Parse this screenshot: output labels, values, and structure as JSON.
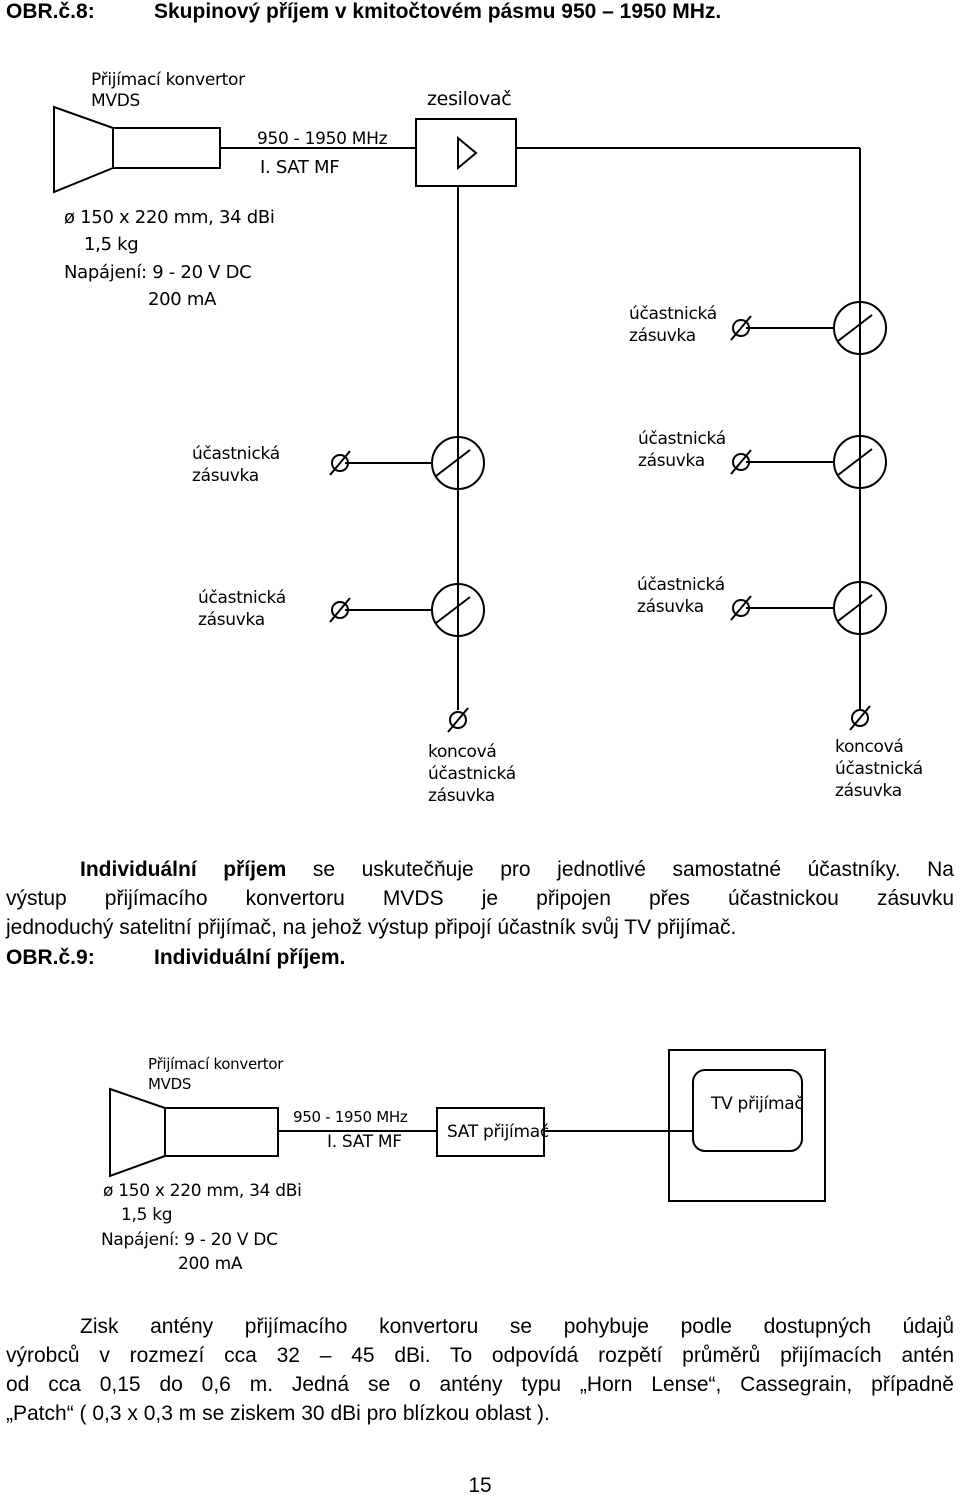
{
  "figure8": {
    "number": "OBR.č.8:",
    "title": "Skupinový příjem v kmitočtovém pásmu 950 – 1950 MHz.",
    "converter_label_line1": "Přijímací konvertor",
    "converter_label_line2": "MVDS",
    "amplifier_label": "zesilovač",
    "band_label": "950 - 1950 MHz",
    "if_label": "I. SAT MF",
    "spec_dimensions": "ø 150 x 220 mm, 34 dBi",
    "spec_weight": "1,5 kg",
    "spec_supply": "Napájení: 9 - 20 V DC",
    "spec_current": "200 mA",
    "outlet_line1": "účastnická",
    "outlet_line2": "zásuvka",
    "terminal_line1": "koncová",
    "terminal_line2": "účastnická",
    "terminal_line3": "zásuvka"
  },
  "paragraph1": {
    "bold_lead": "Individuální příjem",
    "line1_rest": "se uskutečňuje pro jednotlivé samostatné účastníky. Na",
    "line2": "výstup přijímacího konvertoru MVDS je připojen přes účastnickou zásuvku",
    "line3": "jednoduchý satelitní přijímač, na jehož výstup připojí účastník svůj TV přijímač."
  },
  "figure9": {
    "number": "OBR.č.9:",
    "title": "Individuální příjem.",
    "converter_label_line1": "Přijímací konvertor",
    "converter_label_line2": "MVDS",
    "band_label": "950 - 1950 MHz",
    "if_label": "I. SAT MF",
    "sat_receiver": "SAT přijímač",
    "tv_receiver": "TV přijímač",
    "spec_dimensions": "ø 150 x 220 mm, 34 dBi",
    "spec_weight": "1,5 kg",
    "spec_supply": "Napájení: 9 - 20 V DC",
    "spec_current": "200 mA"
  },
  "paragraph2": {
    "line1": "Zisk antény přijímacího konvertoru se pohybuje podle dostupných údajů",
    "line2": "výrobců v rozmezí cca 32 – 45 dBi. To odpovídá rozpětí průměrů přijímacích antén",
    "line3": "od cca 0,15 do 0,6 m. Jedná se o antény typu „Horn Lense“, Cassegrain, případně",
    "line4": "„Patch“ ( 0,3 x 0,3 m se ziskem 30 dBi pro blízkou oblast )."
  },
  "page_number": "15"
}
